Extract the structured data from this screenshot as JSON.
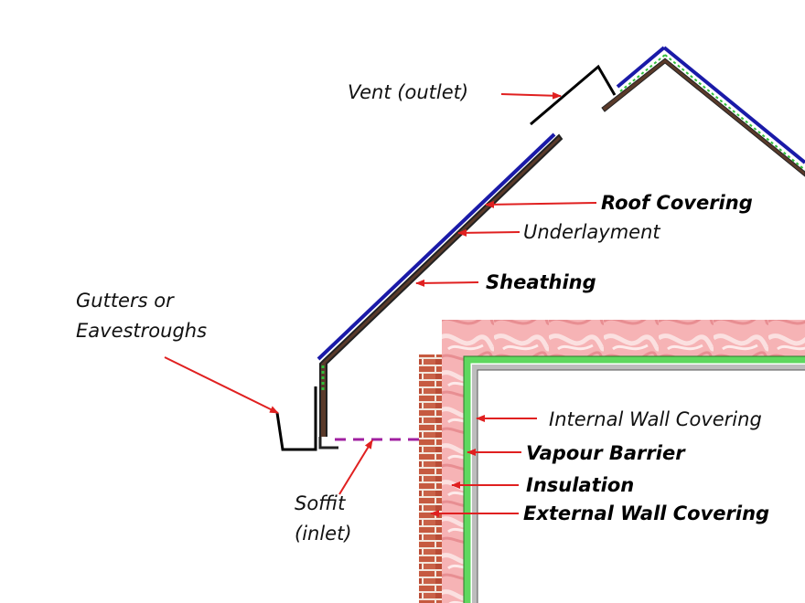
{
  "labels": {
    "vent": "Vent (outlet)",
    "roof_covering": "Roof Covering",
    "underlayment": "Underlayment",
    "sheathing": "Sheathing",
    "gutters_line1": "Gutters or",
    "gutters_line2": "Eavestroughs",
    "internal_wall": "Internal Wall Covering",
    "vapour_barrier": "Vapour Barrier",
    "insulation": "Insulation",
    "external_wall": "External Wall Covering",
    "soffit_line1": "Soffit",
    "soffit_line2": "(inlet)"
  },
  "colors": {
    "roof_covering": "#1a1aa8",
    "underlayment": "#2fbf3a",
    "sheathing": "#5a3a2a",
    "arrow": "#e02020",
    "insulation": "#f4a6a8",
    "brick": "#c0553c",
    "vapour_barrier": "#5fd85f",
    "soffit_vent": "#a020a0"
  }
}
